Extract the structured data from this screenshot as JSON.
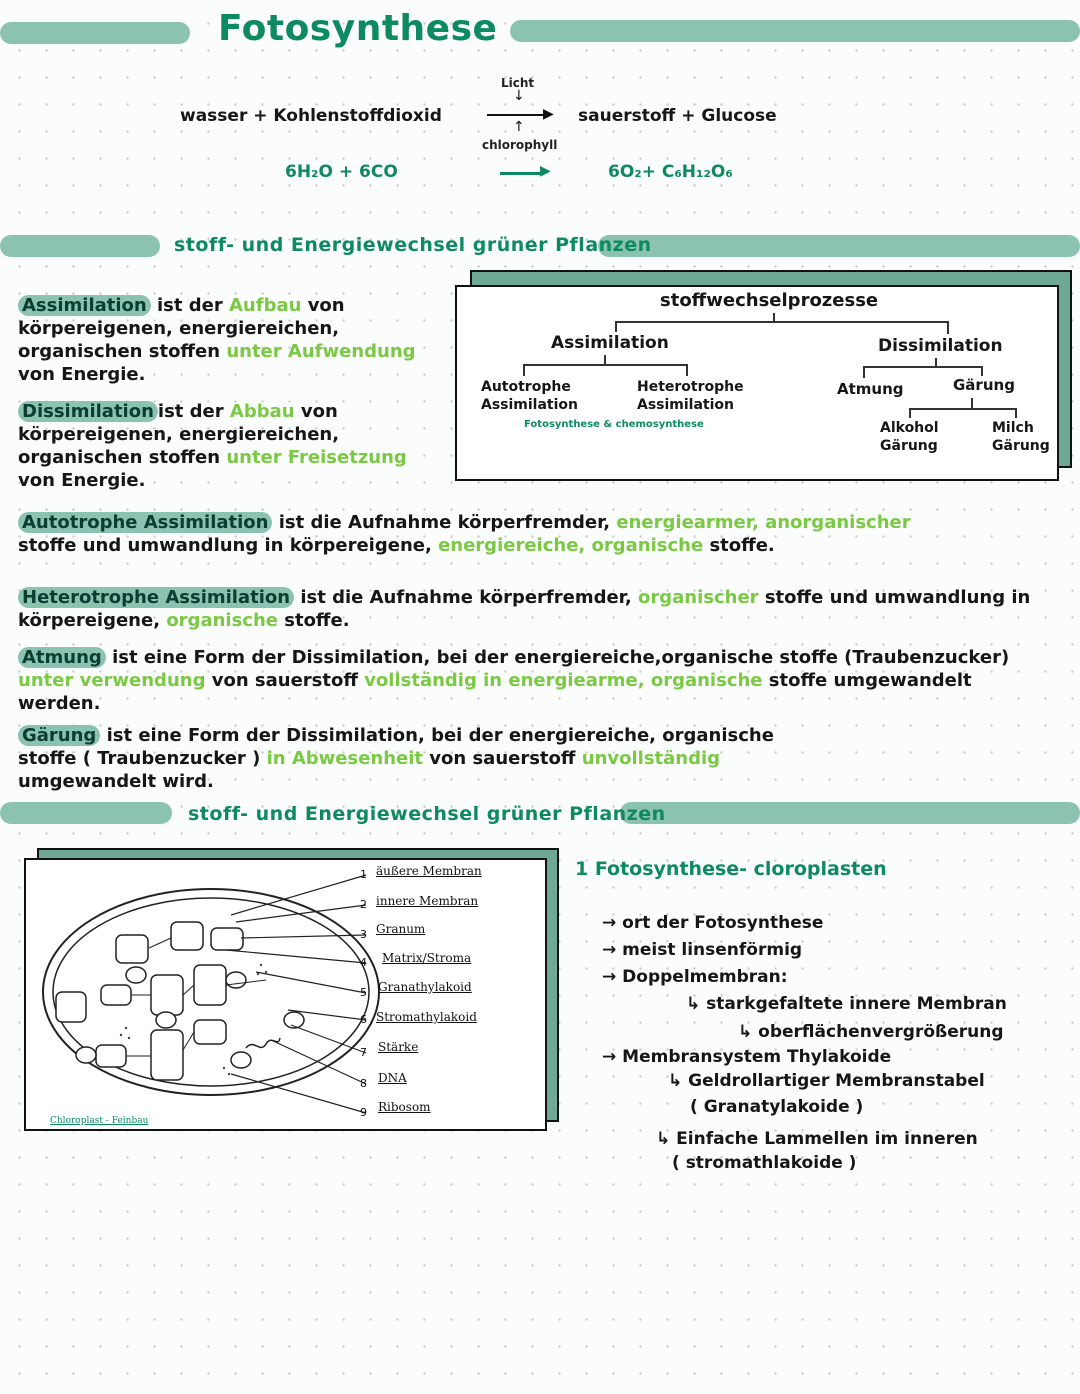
{
  "header": {
    "title": "Fotosynthese",
    "word_equation": {
      "left": "wasser + Kohlenstoffdioxid",
      "right": "sauerstoff + Glucose",
      "above_arrow": "Licht",
      "below_arrow": "chlorophyll"
    },
    "formula": {
      "left": "6H₂O + 6CO",
      "right": "6O₂+ C₆H₁₂O₆"
    }
  },
  "section1": {
    "title": "stoff- und Energiewechsel grüner Pflanzen",
    "assimilation": {
      "term": "Assimilation",
      "p1": " ist der ",
      "h1": "Aufbau",
      "p2": " von körpereigenen, energiereichen, organischen stoffen ",
      "h2": "unter Aufwendung",
      "p3": " von Energie."
    },
    "dissimilation": {
      "term": "Dissimilation",
      "p1": "ist der ",
      "h1": "Abbau",
      "p2": " von körpereigenen, energiereichen, organischen stoffen ",
      "h2": "unter Freisetzung",
      "p3": " von Energie."
    },
    "tree": {
      "root": "stoffwechselprozesse",
      "left": "Assimilation",
      "right": "Dissimilation",
      "l1a": "Autotrophe",
      "l1b": "Assimilation",
      "l2a": "Heterotrophe",
      "l2b": "Assimilation",
      "note": "Fotosynthese & chemosynthese",
      "r1": "Atmung",
      "r2": "Gärung",
      "r2a_1": "Alkohol",
      "r2a_2": "Gärung",
      "r2b_1": "Milch",
      "r2b_2": "Gärung"
    },
    "autotroph": {
      "term": "Autotrophe Assimilation",
      "p1": " ist die Aufnahme körperfremder, ",
      "h1": "energiearmer, anorganischer",
      "p2": " stoffe und umwandlung in körpereigene, ",
      "h2": "energiereiche, organische",
      "p3": " stoffe."
    },
    "heterotroph": {
      "term": "Heterotrophe Assimilation",
      "p1": " ist die Aufnahme körperfremder, ",
      "h1": "organischer",
      "p2": " stoffe und umwandlung in körpereigene, ",
      "h2": "organische",
      "p3": "  stoffe."
    },
    "atmung": {
      "term": "Atmung",
      "p1": " ist eine Form der Dissimilation, bei der energiereiche,organische stoffe (Traubenzucker) ",
      "h1": "unter verwendung",
      "p2": " von sauerstoff ",
      "h2": "vollständig in energiearme, organische",
      "p3": " stoffe umgewandelt werden."
    },
    "gaerung": {
      "term": "Gärung",
      "p1": " ist eine Form der Dissimilation, bei der energiereiche, organische stoffe ( Traubenzucker ) ",
      "h1": "in Abwesenheit",
      "p2": " von sauerstoff ",
      "h2": "unvollständig",
      "p3": " umgewandelt wird."
    }
  },
  "section2": {
    "title": "stoff- und Energiewechsel grüner Pflanzen",
    "figure_caption": "Chloroplast - Feinbau",
    "labels": [
      "äußere Membran",
      "innere Membran",
      "Granum",
      "Matrix/Stroma",
      "Granathylakoid",
      "Stromathylakoid",
      "Stärke",
      "DNA",
      "Ribosom"
    ],
    "numbers": [
      "1",
      "2",
      "3",
      "4",
      "5",
      "6",
      "7",
      "8",
      "9"
    ],
    "heading": "1 Fotosynthese- cloroplasten",
    "points": [
      "→ ort der Fotosynthese",
      "→ meist linsenförmig",
      "→ Doppelmembran:",
      "↳ starkgefaltete innere Membran",
      "↳ oberflächenvergrößerung",
      "→ Membransystem Thylakoide",
      "↳ Geldrollartiger Membranstabel",
      "( Granatylakoide )",
      "↳ Einfache Lammellen im inneren",
      "( stromathlakoide )"
    ]
  },
  "colors": {
    "accent_bar": "#8bc2b0",
    "title_green": "#0e8a63",
    "highlight_green": "#7ac943"
  }
}
